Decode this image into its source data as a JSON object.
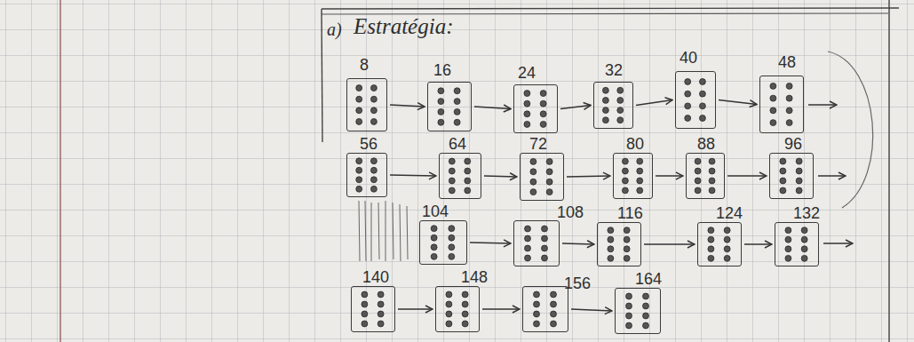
{
  "diagram": {
    "nodes": [
      {
        "text": [
          "8"
        ]
      },
      {
        "text": [
          "16"
        ]
      },
      {
        "text": [
          "24"
        ]
      },
      {
        "text": [
          "32"
        ]
      },
      {
        "text": [
          "40"
        ]
      },
      {
        "text": [
          "48"
        ]
      },
      {
        "text": [
          "56"
        ]
      },
      {
        "text": [
          "64"
        ]
      },
      {
        "text": [
          "72"
        ]
      },
      {
        "text": [
          "80"
        ]
      },
      {
        "text": [
          "88"
        ]
      },
      {
        "text": [
          "96"
        ]
      },
      {
        "text": [
          "104"
        ]
      },
      {
        "text": [
          "108"
        ]
      },
      {
        "text": [
          "116"
        ]
      },
      {
        "text": [
          "124"
        ]
      },
      {
        "text": [
          "132"
        ]
      },
      {
        "text": [
          "140"
        ]
      },
      {
        "text": [
          "148"
        ]
      },
      {
        "text": [
          "156"
        ]
      },
      {
        "text": [
          "164"
        ]
      }
    ],
    "edges": [
      {
        "from": 0,
        "to": 1,
        "arrow": "to"
      },
      {
        "from": 1,
        "to": 2,
        "arrow": "to"
      },
      {
        "from": 2,
        "to": 3,
        "arrow": "to"
      },
      {
        "from": 3,
        "to": 4,
        "arrow": "to"
      },
      {
        "from": 4,
        "to": 5,
        "arrow": "to"
      },
      {
        "from": 6,
        "to": 7,
        "arrow": "to"
      },
      {
        "from": 7,
        "to": 8,
        "arrow": "to"
      },
      {
        "from": 8,
        "to": 9,
        "arrow": "to"
      },
      {
        "from": 9,
        "to": 10,
        "arrow": "to"
      },
      {
        "from": 10,
        "to": 11,
        "arrow": "to"
      },
      {
        "from": 12,
        "to": 13,
        "arrow": "to"
      },
      {
        "from": 13,
        "to": 14,
        "arrow": "to"
      },
      {
        "from": 14,
        "to": 15,
        "arrow": "to"
      },
      {
        "from": 15,
        "to": 16,
        "arrow": "to"
      },
      {
        "from": 17,
        "to": 18,
        "arrow": "to"
      },
      {
        "from": 18,
        "to": 19,
        "arrow": "to"
      },
      {
        "from": 19,
        "to": 20,
        "arrow": "to"
      }
    ],
    "labels": [
      "a)",
      "Estratégia:"
    ]
  }
}
